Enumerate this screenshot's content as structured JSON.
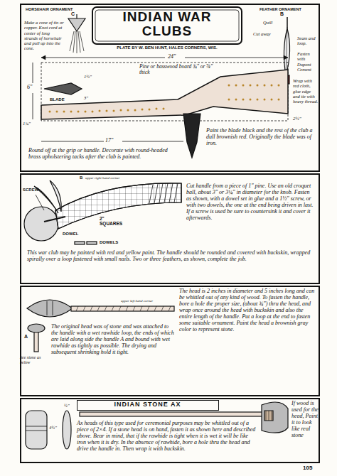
{
  "diagram": {
    "title": "INDIAN WAR CLUBS",
    "nodes": [
      {
        "text": [
          "Paint the blade black and the rest of the club a dull brownish red. Originally the blade was of iron.",
          "Round off at the grip or handle. Decorate with round-headed brass upholstering tacks after the club is painted."
        ]
      },
      {
        "text": [
          "Cut handle from a piece of 1\" pine. Use an old croquet ball, about 3\" or 3¼\" in diameter for the knob. Fasten as shown, with a dowel set in glue and a 1½\" screw, or with two dowels, the one at the end being driven in last. If a screw is used be sure to countersink it and cover it afterwards.",
          "This war club may be painted with red and yellow paint. The handle should be rounded and covered with buckskin, wrapped spirally over a loop fastened with small nails. Two or three feathers, as shown, complete the job."
        ]
      },
      {
        "text": [
          "The head is 2 inches in diameter and 5 inches long and can be whittled out of any kind of wood. To fasten the handle, bore a hole the proper size, (about ¾\") thru the head, and wrap once around the head with buckskin and also the entire length of the handle. Put a loop at the end to fasten some suitable ornament. Paint the head a brownish gray color to represent stone.",
          "The original head was of stone and was attached to the handle with a wet rawhide loop, the ends of which are laid along side the handle A and bound with wet rawhide as tightly as possible. The drying and subsequent shrinking hold it tight."
        ]
      },
      {
        "text": [
          "Ax heads of this type used for ceremonial purposes may be whittled out of a piece of 2×4. If a stone head is on hand, fasten it as shown here and described above. Bear in mind, that if the rawhide is tight when it is wet it will be like iron when it is dry. In the absence of rawhide, bore a hole thru the head and drive the handle in. Then wrap it with buckskin.",
          "If wood is used for the head, Paint it to look like real stone"
        ]
      },
      {
        "text": [
          "INDIAN STONE AX"
        ],
        "in": 3
      }
    ],
    "labels": [
      "HORSEHAIR ORNAMENT",
      "C",
      "Make a cone of tin or copper. Knot cord at center of long strands of horsehair and pull up into the cone.",
      "FEATHER ORNAMENT",
      "B",
      "Quill",
      "Cut away",
      "Seam and loop.",
      "Fasten with Dupont Cement",
      "Wrap with red cloth, glue edge and tie with heavy thread.",
      "PLATE BY W. BEN HUNT, HALES CORNERS, WIS.",
      "24\"",
      "Pine or basswood board ¾\" or ⅞\" thick",
      "BLADE",
      "1½\"",
      "3\"",
      "6\"",
      "1¾\"",
      "2½\"",
      "17\"",
      "B",
      "upper right hand corner",
      "SCREW",
      "2\" SQUARES",
      "DOWEL",
      "DOWELS",
      "A",
      "See stone as below",
      "upper left hand corner",
      "½\"",
      "4½\"",
      "105"
    ]
  }
}
